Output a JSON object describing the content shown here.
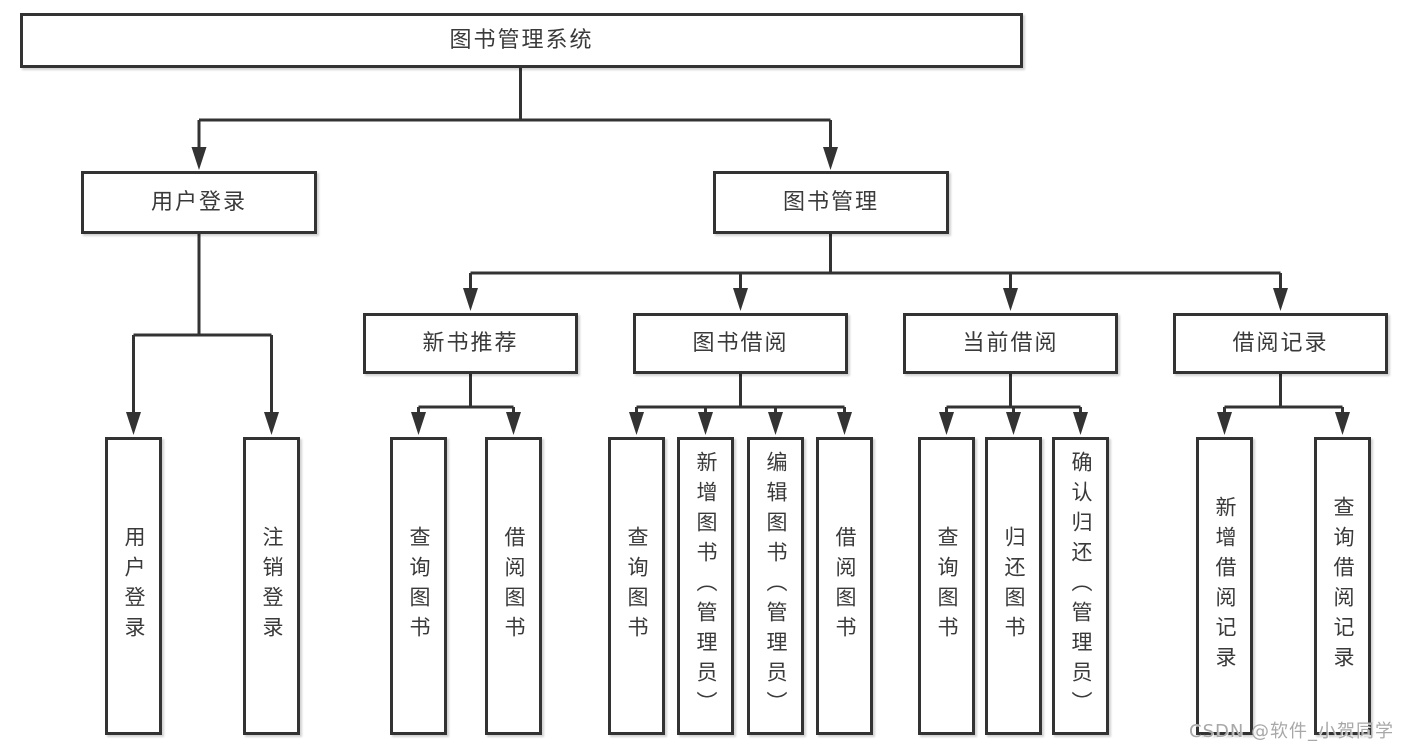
{
  "colors": {
    "line": "#333333",
    "box_border": "#333333",
    "box_fill": "#ffffff",
    "text": "#3a3a3a",
    "watermark": "#a8a8a8"
  },
  "diagram": {
    "root": "图书管理系统",
    "level2": [
      {
        "label": "用户登录"
      },
      {
        "label": "图书管理"
      }
    ],
    "level3": [
      {
        "label": "新书推荐"
      },
      {
        "label": "图书借阅"
      },
      {
        "label": "当前借阅"
      },
      {
        "label": "借阅记录"
      }
    ],
    "leaves": {
      "login": [
        "用户登录",
        "注销登录"
      ],
      "recommend": [
        "查询图书",
        "借阅图书"
      ],
      "borrow": [
        "查询图书",
        "新增图书（管理员）",
        "编辑图书（管理员）",
        "借阅图书"
      ],
      "current": [
        "查询图书",
        "归还图书",
        "确认归还（管理员）"
      ],
      "records": [
        "新增借阅记录",
        "查询借阅记录"
      ]
    },
    "watermark": "CSDN @软件_小贺同学"
  }
}
